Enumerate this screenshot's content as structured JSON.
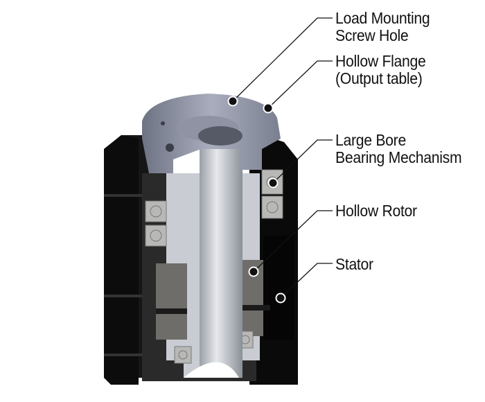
{
  "callouts": [
    {
      "line1": "Load Mounting",
      "line2": "Screw Hole"
    },
    {
      "line1": "Hollow Flange",
      "line2": "(Output table)"
    },
    {
      "line1": "Large Bore",
      "line2": "Bearing Mechanism"
    },
    {
      "line1": "Hollow Rotor"
    },
    {
      "line1": "Stator"
    }
  ]
}
